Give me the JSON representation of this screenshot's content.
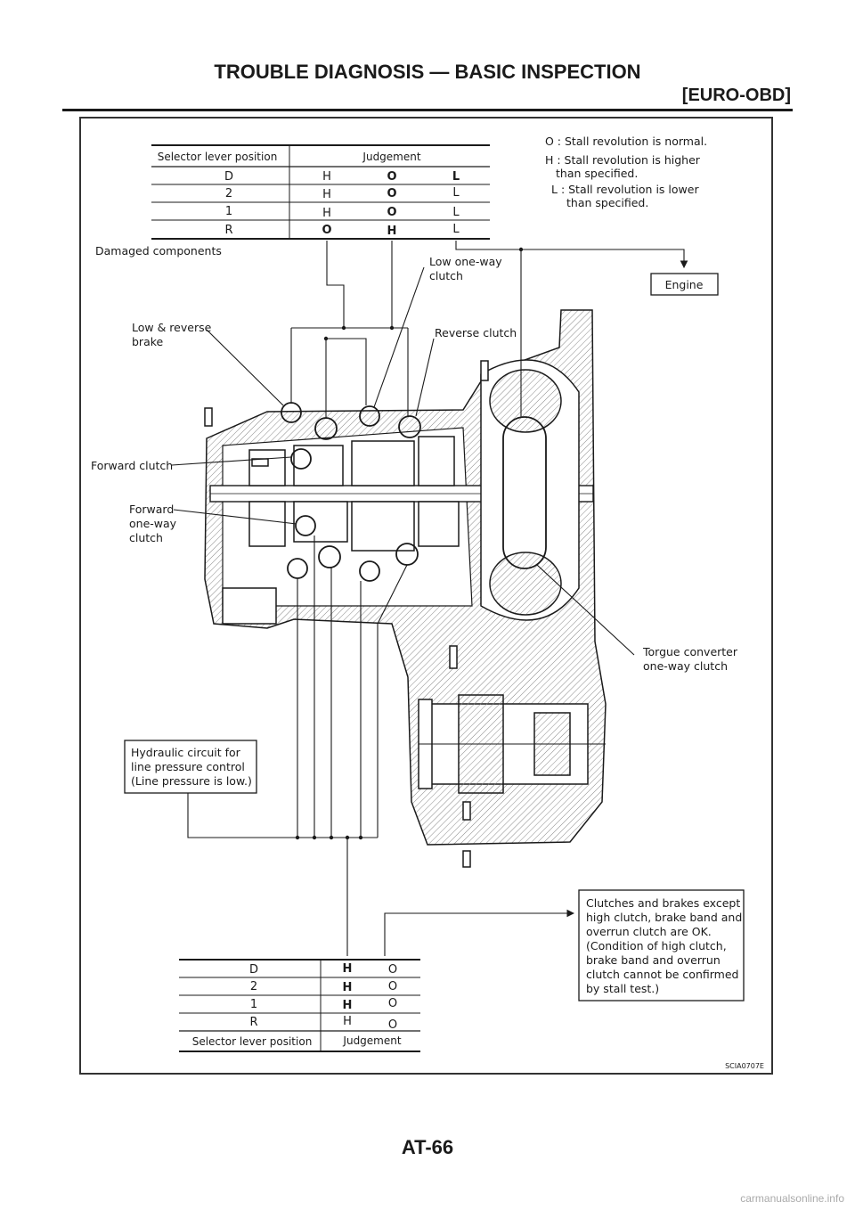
{
  "header": {
    "title": "TROUBLE DIAGNOSIS — BASIC INSPECTION",
    "subtitle": "[EURO-OBD]"
  },
  "top_table": {
    "col_headers": [
      "Selector lever position",
      "Judgement"
    ],
    "rows": [
      {
        "pos": "D",
        "j1": "H",
        "j2": "O",
        "j3": "L"
      },
      {
        "pos": "2",
        "j1": "H",
        "j2": "O",
        "j3": "L"
      },
      {
        "pos": "1",
        "j1": "H",
        "j2": "O",
        "j3": "L"
      },
      {
        "pos": "R",
        "j1": "O",
        "j2": "H",
        "j3": "L"
      }
    ]
  },
  "legend": {
    "o_line": "O : Stall revolution is normal.",
    "h_line1": "H : Stall revolution is higher",
    "h_line2": "than specified.",
    "l_line1": "L : Stall revolution is lower",
    "l_line2": "than specified."
  },
  "labels": {
    "damaged_components": "Damaged components",
    "low_one_way_1": "Low one-way",
    "low_one_way_2": "clutch",
    "engine": "Engine",
    "low_reverse_1": "Low & reverse",
    "low_reverse_2": "brake",
    "reverse_clutch": "Reverse clutch",
    "forward_clutch": "Forward clutch",
    "forward_owc_1": "Forward",
    "forward_owc_2": "one-way",
    "forward_owc_3": "clutch",
    "torque_conv_1": "Torgue converter",
    "torque_conv_2": "one-way clutch",
    "hydraulic_1": "Hydraulic circuit for",
    "hydraulic_2": "line pressure control",
    "hydraulic_3": "(Line pressure is low.)",
    "clutches_1": "Clutches and brakes except",
    "clutches_2": "high clutch, brake band and",
    "clutches_3": "overrun clutch are OK.",
    "clutches_4": "(Condition of high clutch,",
    "clutches_5": "brake band and overrun",
    "clutches_6": "clutch cannot be confirmed",
    "clutches_7": "by stall test.)"
  },
  "bottom_table": {
    "rows": [
      {
        "pos": "D",
        "j1": "H",
        "j2": "O"
      },
      {
        "pos": "2",
        "j1": "H",
        "j2": "O"
      },
      {
        "pos": "1",
        "j1": "H",
        "j2": "O"
      },
      {
        "pos": "R",
        "j1": "H",
        "j2": "O"
      }
    ],
    "col_headers": [
      "Selector lever position",
      "Judgement"
    ]
  },
  "figure_code": "SCIA0707E",
  "page_number": "AT-66",
  "footer": "carmanualsonline.info"
}
